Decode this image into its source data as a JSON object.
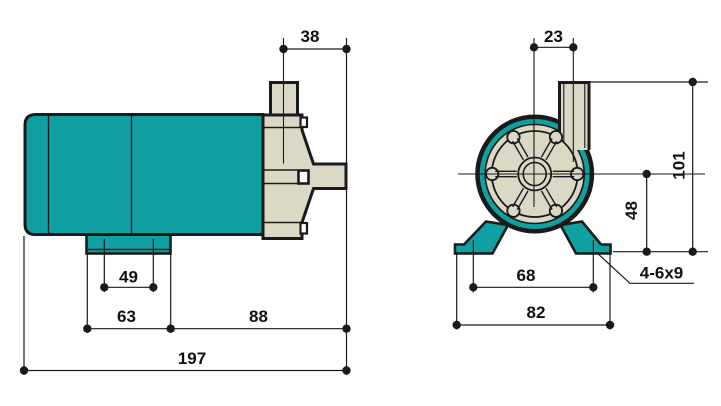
{
  "colors": {
    "teal": "#10a0a2",
    "beige": "#dcd8c6",
    "outline": "#1a1a1a",
    "notch": "#ffffff",
    "text": "#111111",
    "background": "#ffffff"
  },
  "drawing_type": "pump-outline-dimension-drawing",
  "side_view": {
    "dims": {
      "port_to_outlet_end": "38",
      "foot_slot_spacing": "49",
      "foot_length": "63",
      "head_length": "88",
      "overall_length": "197"
    }
  },
  "front_view": {
    "dims": {
      "port_offset": "23",
      "overall_height": "101",
      "base_to_centerline": "48",
      "mount_slot_spacing": "68",
      "base_width": "82",
      "mount_slots_label": "4-6x9"
    }
  }
}
